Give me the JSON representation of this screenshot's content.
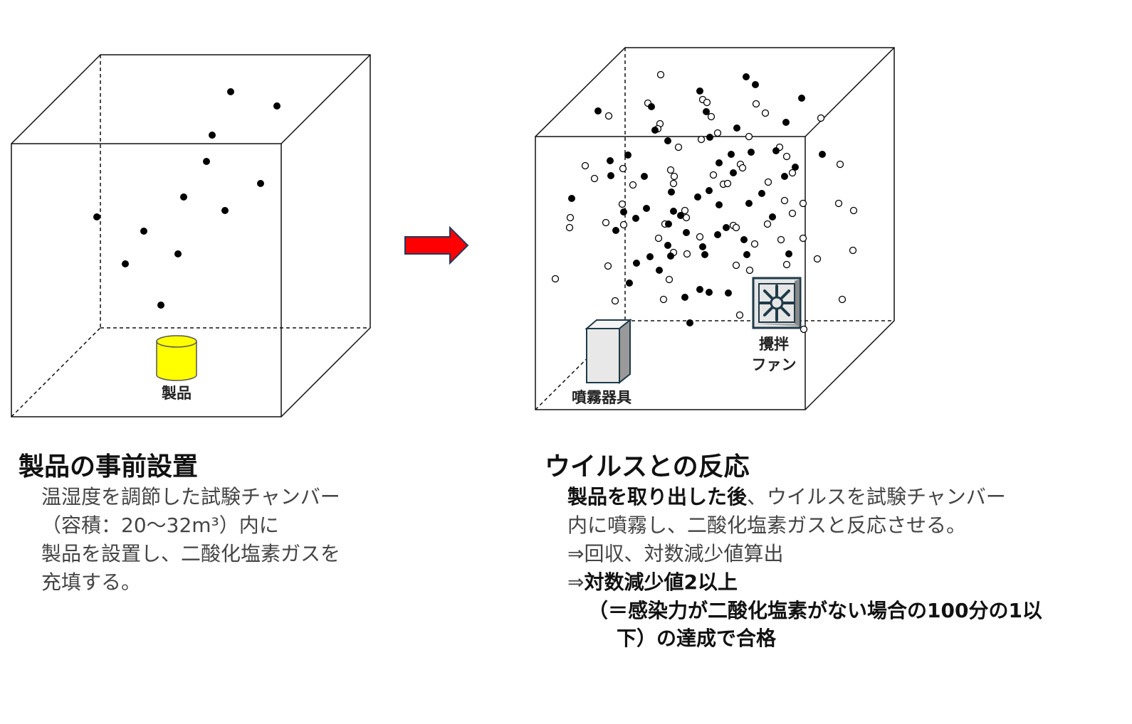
{
  "colors": {
    "arrow": "#ff0000",
    "product": "#ffff00",
    "fan_frame": "#1f3a48"
  },
  "left_panel": {
    "product_label": "製品",
    "title": "製品の事前設置",
    "lines": [
      "温湿度を調節した試験チャンバー",
      "（容積：20～32m³）内に",
      "製品を設置し、二酸化塩素ガスを",
      "充填する。"
    ]
  },
  "right_panel": {
    "sprayer_label": "噴霧器具",
    "fan_label_1": "攪拌",
    "fan_label_2": "ファン",
    "title": "ウイルスとの反応",
    "line1_bold": "製品を取り出した後",
    "line1_rest": "、ウイルスを試験チャンバー",
    "line2": "内に噴霧し、二酸化塩素ガスと反応させる。",
    "line3": "⇒回収、対数減少値算出",
    "line4_arrow": "⇒",
    "line4_bold": "対数減少値2以上",
    "line5": "（＝感染力が二酸化塩素がない場合の100分の1以",
    "line6": "下）の達成で合格"
  }
}
